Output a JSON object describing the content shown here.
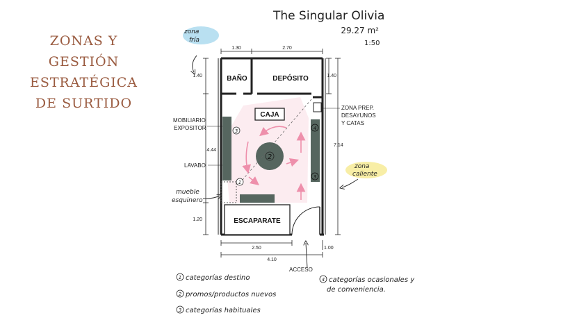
{
  "side_title": [
    "ZONAS Y",
    "GESTIÓN",
    "ESTRATÉGICA",
    "DE SURTIDO"
  ],
  "plan": {
    "name": "The Singular Olivia",
    "area": "29.27 m²",
    "scale": "1:50"
  },
  "dimensions": {
    "top_left": "1.30",
    "top_right": "2.70",
    "left_upper": "1.40",
    "right_upper": "1.40",
    "left_mid": "4.44",
    "right_total": "7.14",
    "left_lower": "1.20",
    "bottom_inner": "2.50",
    "bottom_door": "1.00",
    "bottom_total": "4.10"
  },
  "rooms": {
    "bano": "BAÑO",
    "deposito": "DEPÓSITO",
    "caja": "CAJA",
    "escaparate": "ESCAPARATE"
  },
  "labels": {
    "mobiliario": [
      "MOBILIARIO",
      "EXPOSITOR"
    ],
    "lavabo": "LAVABO",
    "zona_prep": [
      "ZONA PREP.",
      "DESAYUNOS",
      "Y CATAS"
    ],
    "mueble": [
      "mueble",
      "esquinero"
    ],
    "acceso": "ACCESO",
    "zona_fria": [
      "zona",
      "fría"
    ],
    "zona_caliente": [
      "zona",
      "caliente"
    ]
  },
  "markers": [
    "1",
    "2",
    "3",
    "4"
  ],
  "legend": {
    "item1": "categorías destino",
    "item2": "promos/productos nuevos",
    "item3": "categorías habituales",
    "item4": [
      "categorías ocasionales y",
      "de conveniencia."
    ]
  },
  "colors": {
    "title": "#9a5b40",
    "furniture": "#56665f",
    "arrows": "#ee8fab",
    "zone_cold": "#7fc6e6",
    "zone_hot": "#f3e36a"
  }
}
